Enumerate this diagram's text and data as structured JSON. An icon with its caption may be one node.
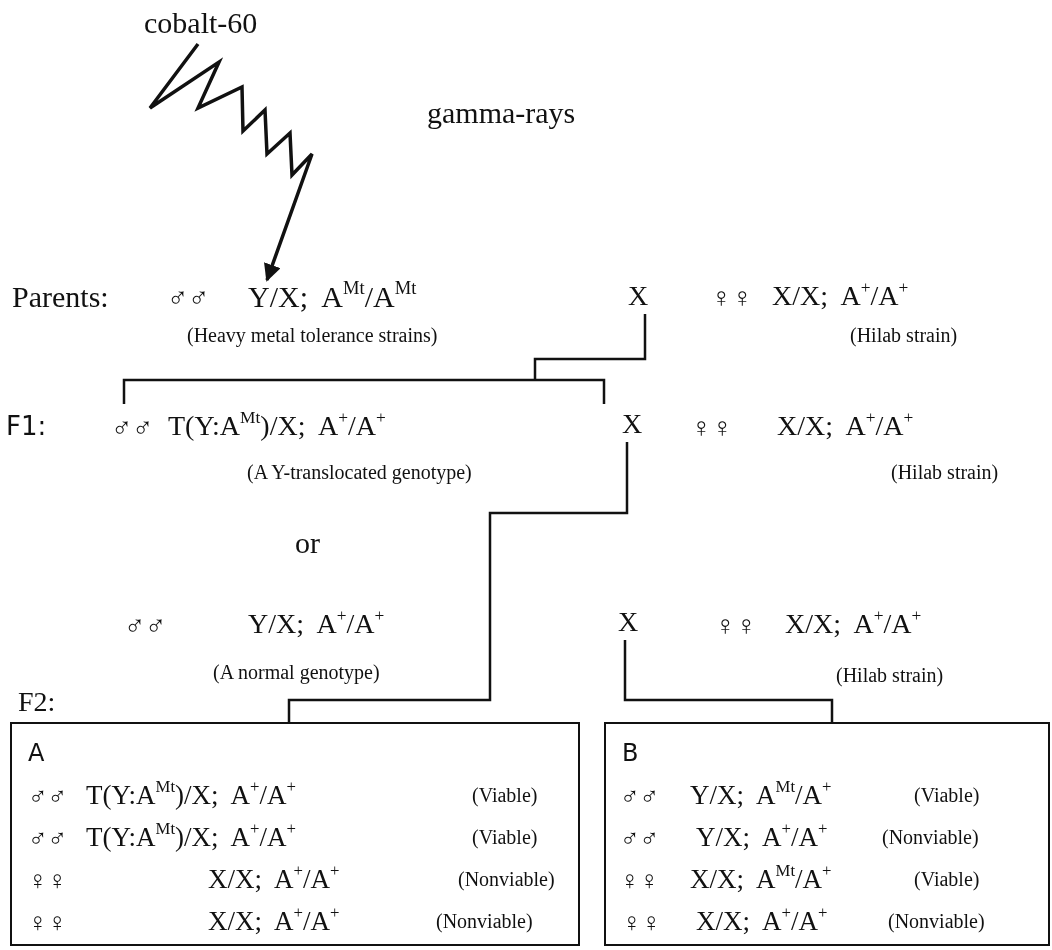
{
  "diagram": {
    "nodes": [
      {
        "text": [
          "cobalt-60"
        ]
      },
      {
        "text": [
          "♂♂",
          "Y/X;  A$^{Mt}$/A$^{Mt}$",
          "(Heavy metal tolerance strains)"
        ]
      },
      {
        "text": [
          "X"
        ]
      },
      {
        "text": [
          "♀♀",
          "X/X;  A$^{+}$/A$^{+}$",
          "(Hilab strain)"
        ]
      },
      {
        "text": [
          "♂♂",
          "T(Y:A$^{Mt}$)/X;  A$^{+}$/A$^{+}$",
          "(A Y-translocated genotype)"
        ]
      },
      {
        "text": [
          "X"
        ]
      },
      {
        "text": [
          "♀♀",
          "X/X;  A$^{+}$/A$^{+}$",
          "(Hilab strain)"
        ]
      },
      {
        "text": [
          "♂♂",
          "Y/X;  A$^{+}$/A$^{+}$",
          "(A normal genotype)"
        ]
      },
      {
        "text": [
          "X"
        ]
      },
      {
        "text": [
          "♀♀",
          "X/X;  A$^{+}$/A$^{+}$",
          "(Hilab strain)"
        ]
      },
      {
        "text": [
          "A",
          "♂♂",
          "T(Y:A$^{Mt}$)/X;  A$^{+}$/A$^{+}$",
          "(Viable)",
          "♂♂",
          "T(Y:A$^{Mt}$)/X;  A$^{+}$/A$^{+}$",
          "(Viable)",
          "♀♀",
          "X/X;  A$^{+}$/A$^{+}$",
          "(Nonviable)",
          "♀♀",
          "X/X;  A$^{+}$/A$^{+}$",
          "(Nonviable)"
        ]
      },
      {
        "text": [
          "B",
          "♂♂",
          "Y/X;  A$^{Mt}$/A$^{+}$",
          "(Viable)",
          "♂♂",
          "Y/X;  A$^{+}$/A$^{+}$",
          "(Nonviable)",
          "♀♀",
          "X/X;  A$^{Mt}$/A$^{+}$",
          "(Viable)",
          "♀♀",
          "X/X;  A$^{+}$/A$^{+}$",
          "(Nonviable)"
        ]
      }
    ],
    "edges": [
      {
        "from": 0,
        "to": 1,
        "arrow": "to"
      },
      {
        "from": 2,
        "to": 4,
        "arrow": "none"
      },
      {
        "from": 5,
        "to": 10,
        "arrow": "none"
      },
      {
        "from": 8,
        "to": 11,
        "arrow": "none"
      }
    ],
    "labels": [
      "gamma-rays",
      "Parents:",
      "F1:",
      "or",
      "F2:"
    ]
  }
}
